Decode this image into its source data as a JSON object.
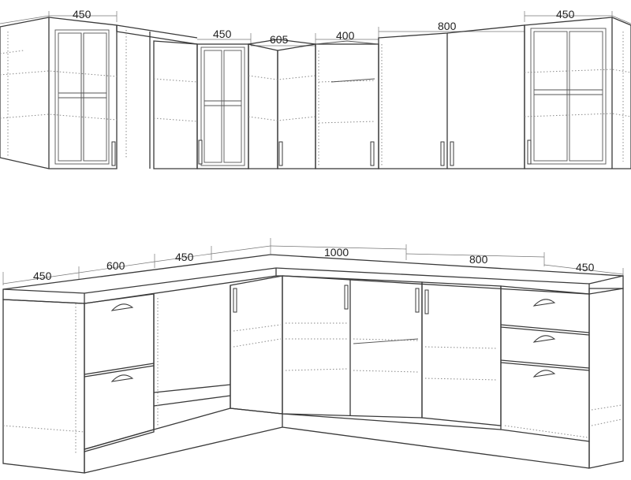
{
  "upper_dimensions": [
    "450",
    "450",
    "605",
    "400",
    "800",
    "450"
  ],
  "lower_dimensions": [
    "450",
    "600",
    "450",
    "1000",
    "800",
    "450"
  ]
}
